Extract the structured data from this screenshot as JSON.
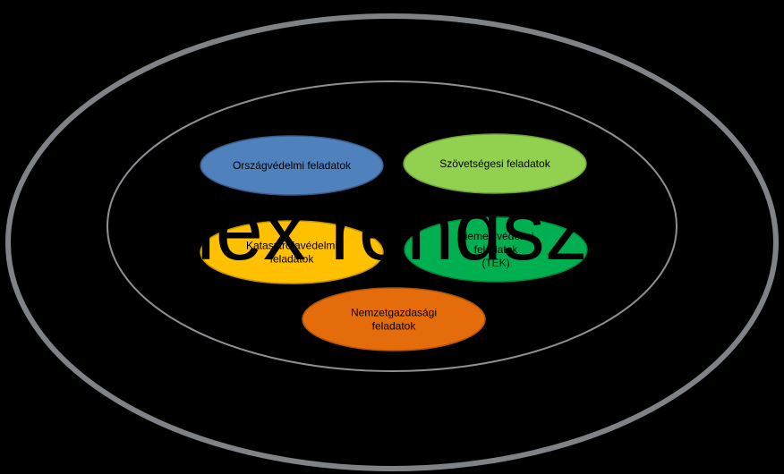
{
  "diagram": {
    "background_text": "plex rendsze",
    "nodes": [
      {
        "id": "orszagvedelmi",
        "lines": [
          "Országvédelmi feladatok"
        ],
        "color": "#4F81BD",
        "stroke": "#385D8A"
      },
      {
        "id": "szovetsegesi",
        "lines": [
          "Szövetségesi feladatok"
        ],
        "color": "#92D050",
        "stroke": "#71A33A"
      },
      {
        "id": "katasztrofavedelmi",
        "lines": [
          "Katasztrófavédelmi",
          "feladatok"
        ],
        "color": "#FFC000",
        "stroke": "#C99700"
      },
      {
        "id": "kiemelt-vedelmi",
        "lines": [
          "Kiemelt védelmi",
          "feladatok",
          "(TEK)"
        ],
        "color": "#00B050",
        "stroke": "#008A3E"
      },
      {
        "id": "nemzetgazdasagi",
        "lines": [
          "Nemzetgazdasági",
          "feladatok"
        ],
        "color": "#E46C0A",
        "stroke": "#B35508"
      }
    ],
    "colors": {
      "background": "#000000",
      "outer_ring": "#7F8387",
      "inner_ring": "#8C9094"
    }
  }
}
